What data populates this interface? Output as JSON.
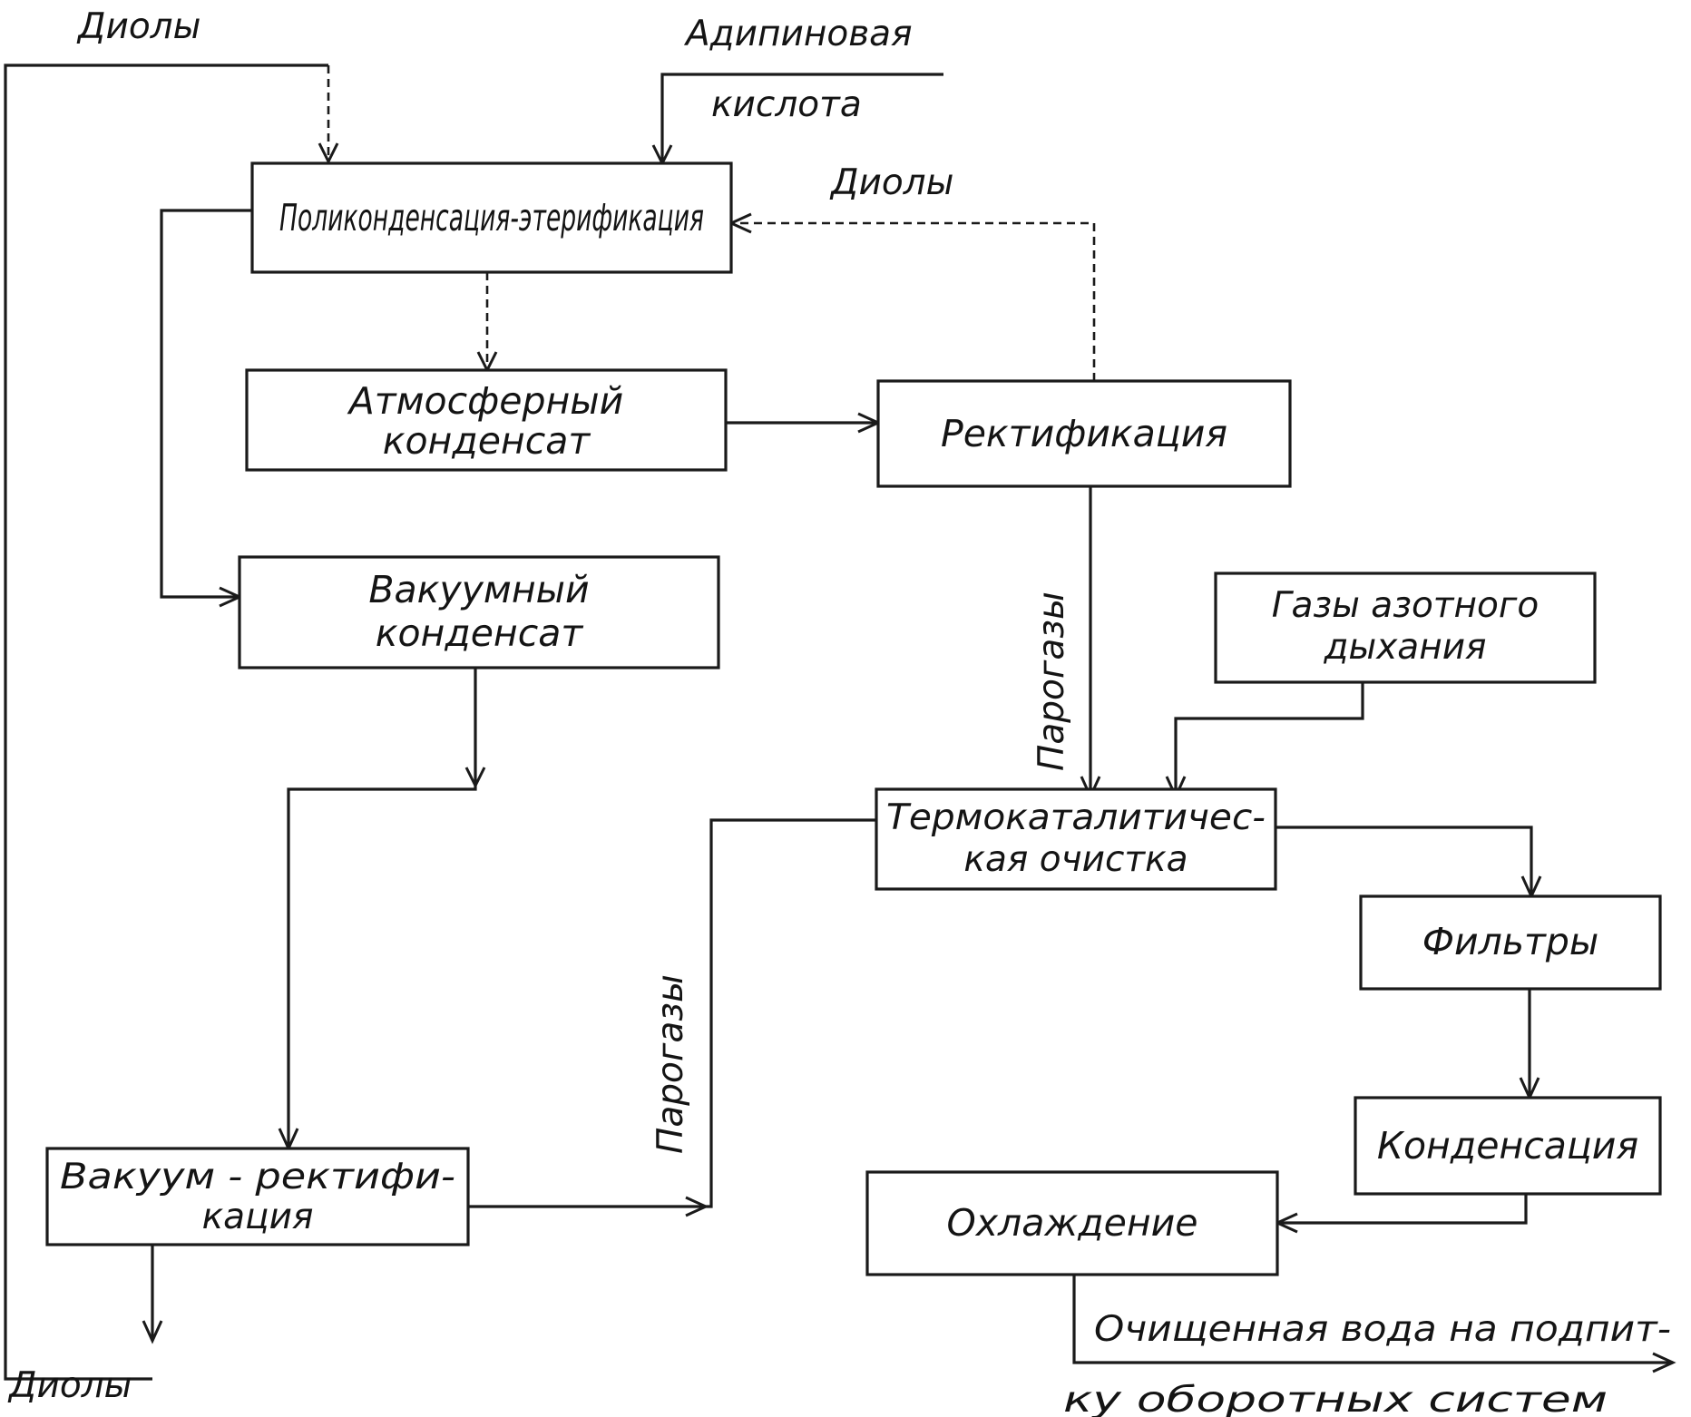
{
  "nodes": {
    "polyesterification": {
      "label": "Поликонденсация-этерификация"
    },
    "atmospheric_condensate": {
      "lines": [
        "Атмосферный",
        "конденсат"
      ]
    },
    "rectification": {
      "label": "Ректификация"
    },
    "vacuum_condensate": {
      "lines": [
        "Вакуумный",
        "конденсат"
      ]
    },
    "nitrogen_gases": {
      "lines": [
        "Газы азотного",
        "дыхания"
      ]
    },
    "thermocatalytic": {
      "lines": [
        "Термокаталитичес-",
        "кая очистка"
      ]
    },
    "filters": {
      "label": "Фильтры"
    },
    "vacuum_rectification": {
      "lines": [
        "Вакуум - ректифи-",
        "кация"
      ]
    },
    "condensation": {
      "label": "Конденсация"
    },
    "cooling": {
      "label": "Охлаждение"
    }
  },
  "labels": {
    "diols_top_left": "Диолы",
    "adipic_acid": [
      "Адипиновая",
      "кислота"
    ],
    "diols_right": "Диолы",
    "steam_gases_right": "Парогазы",
    "steam_gases_left": "Парогазы",
    "diols_bottom": "Диолы",
    "purified_water": [
      "Очищенная вода на подпит-",
      "ку оборотных систем"
    ]
  }
}
